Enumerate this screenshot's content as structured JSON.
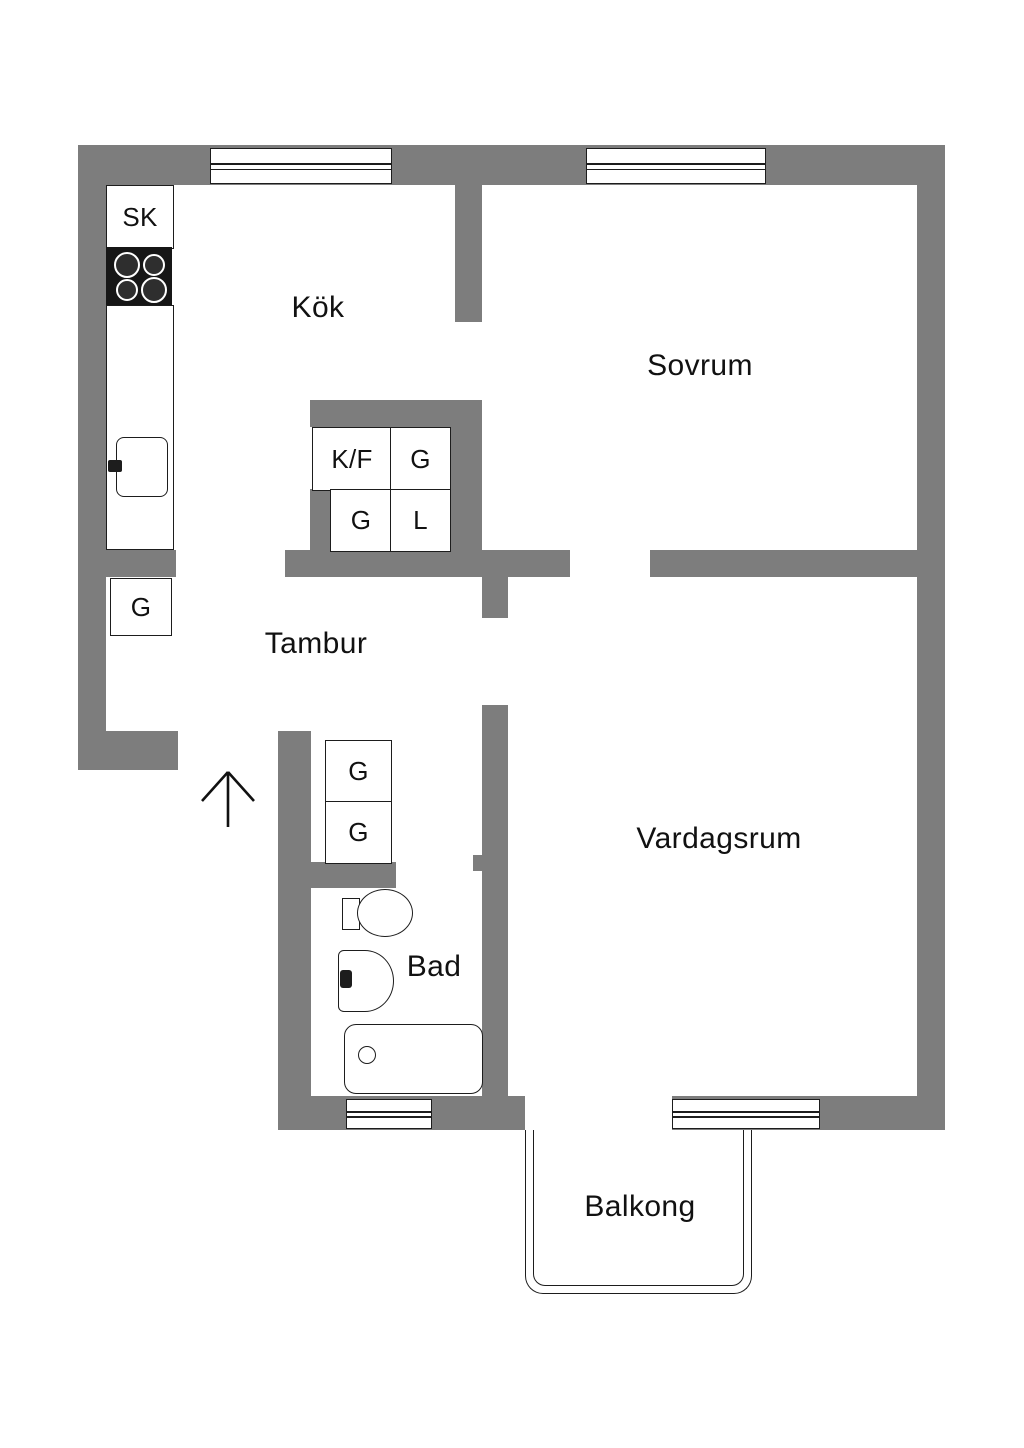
{
  "colors": {
    "wall": "#7d7d7d",
    "line": "#1d1d1d",
    "background": "#ffffff",
    "stove": "#161616"
  },
  "rooms": {
    "kok": "Kök",
    "sovrum": "Sovrum",
    "tambur": "Tambur",
    "vardagsrum": "Vardagsrum",
    "bad": "Bad",
    "balkong": "Balkong"
  },
  "storage": {
    "sk": "SK",
    "kf": "K/F",
    "g1": "G",
    "g2": "G",
    "l": "L",
    "g_tambur": "G",
    "g_hall1": "G",
    "g_hall2": "G"
  }
}
